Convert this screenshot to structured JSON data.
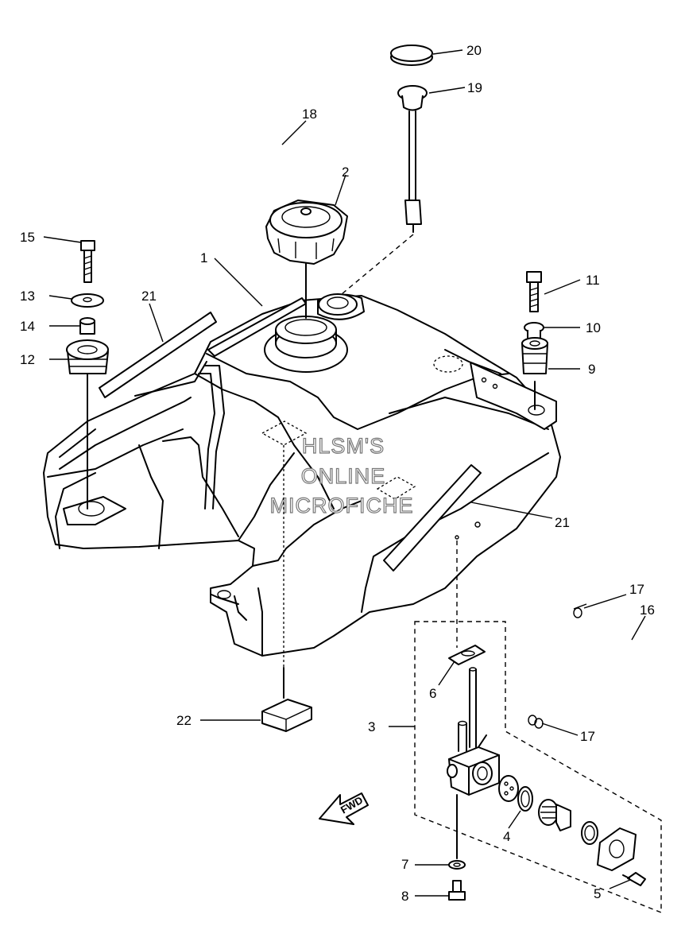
{
  "watermark": [
    "HLSM'S",
    "ONLINE",
    "MICROFICHE"
  ],
  "direction_label": "FWD",
  "callouts": {
    "c1": "1",
    "c2": "2",
    "c3": "3",
    "c4": "4",
    "c5": "5",
    "c6": "6",
    "c7": "7",
    "c8": "8",
    "c9": "9",
    "c10": "10",
    "c11": "11",
    "c12": "12",
    "c13": "13",
    "c14": "14",
    "c15": "15",
    "c16": "16",
    "c17a": "17",
    "c17b": "17",
    "c18": "18",
    "c19": "19",
    "c20": "20",
    "c21a": "21",
    "c21b": "21",
    "c22": "22"
  }
}
